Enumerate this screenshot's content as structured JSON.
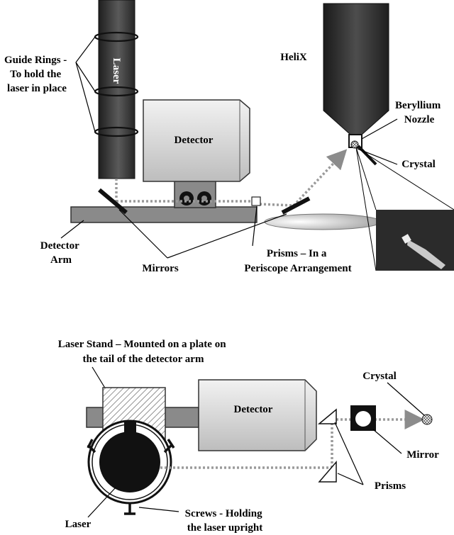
{
  "top": {
    "guide_rings_label": [
      "Guide Rings -",
      "To hold the",
      "laser in place"
    ],
    "laser_label": "Laser",
    "detector_label": "Detector",
    "helix_label": "HeliX",
    "beryllium_label": [
      "Beryllium",
      "Nozzle"
    ],
    "crystal_label": "Crystal",
    "detector_arm_label": [
      "Detector",
      "Arm"
    ],
    "mirrors_label": "Mirrors",
    "prisms_label": [
      "Prisms – In a",
      "Periscope Arrangement"
    ]
  },
  "bottom": {
    "laser_stand_label": [
      "Laser Stand – Mounted on a plate on",
      "the tail of the detector arm"
    ],
    "detector_label": "Detector",
    "crystal_label": "Crystal",
    "mirror_label": "Mirror",
    "prisms_label": "Prisms",
    "laser_label": "Laser",
    "screws_label": [
      "Screws - Holding",
      "the laser upright"
    ]
  },
  "colors": {
    "dark": "#2b2b2b",
    "arm": "#8a8a8a",
    "beam": "#9a9a9a"
  }
}
